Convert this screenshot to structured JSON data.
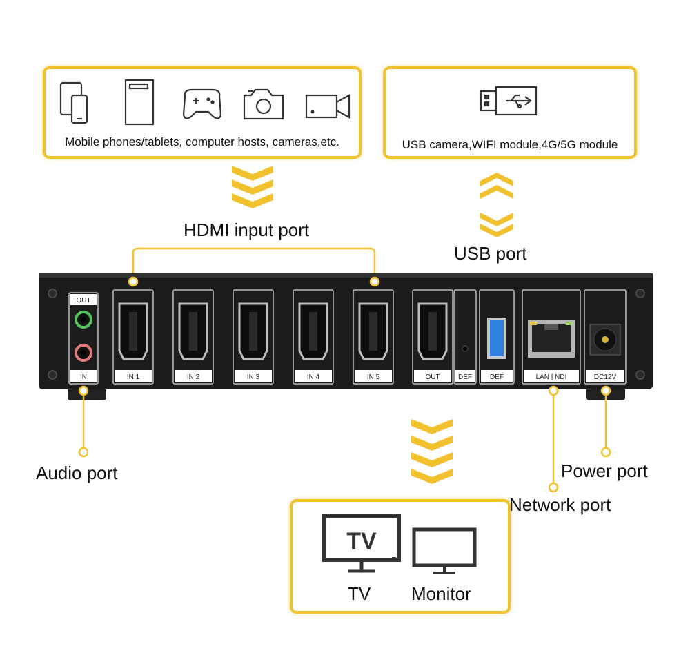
{
  "top_left_box": {
    "text": "Mobile phones/tablets, computer hosts, cameras,etc."
  },
  "top_right_box": {
    "text": "USB camera,WIFI module,4G/5G module"
  },
  "labels": {
    "hdmi_input": "HDMI input port",
    "usb_port": "USB port",
    "audio_port": "Audio port",
    "power_port": "Power port",
    "network_port": "Network port"
  },
  "device": {
    "audio_top": "OUT",
    "audio_bottom": "IN",
    "ports": [
      {
        "label": "IN 1"
      },
      {
        "label": "IN 2"
      },
      {
        "label": "IN 3"
      },
      {
        "label": "IN 4"
      },
      {
        "label": "IN 5"
      },
      {
        "label": "OUT"
      },
      {
        "label": "DEF"
      },
      {
        "label": "DEF"
      },
      {
        "label": "LAN | NDI"
      },
      {
        "label": "DC12V"
      }
    ]
  },
  "bottom_box": {
    "tv_icon_text": "TV",
    "tv_label": "TV",
    "monitor_label": "Monitor"
  },
  "colors": {
    "accent": "#f2c12e",
    "device": "#1c1c1c",
    "usb_blue": "#2f7fe0"
  }
}
